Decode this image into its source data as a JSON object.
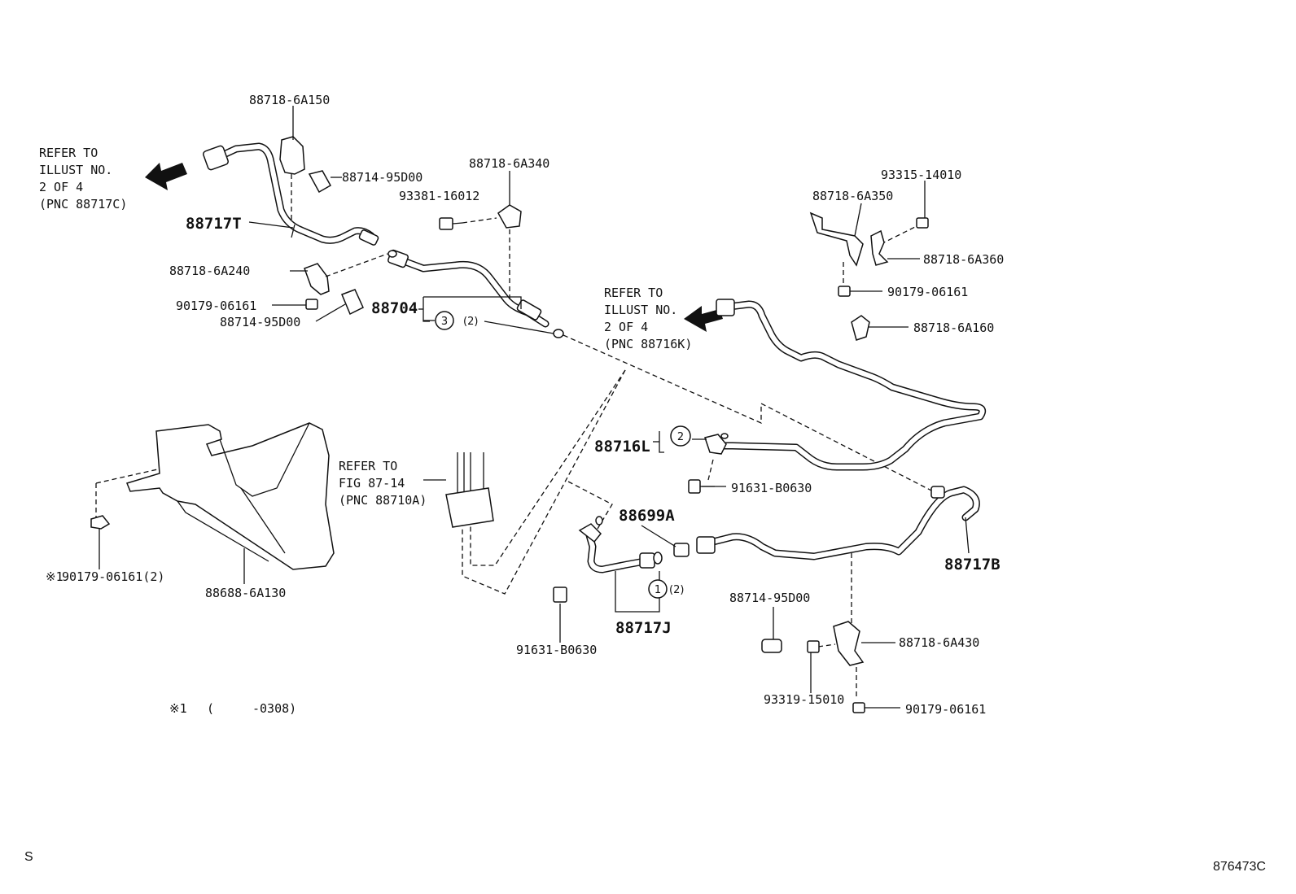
{
  "labels": {
    "p_88718_6A150": "88718-6A150",
    "p_88714_95D00_a": "88714-95D00",
    "p_88718_6A340": "88718-6A340",
    "p_93381_16012": "93381-16012",
    "p_88717T": "88717T",
    "p_88718_6A240": "88718-6A240",
    "p_90179_06161_a": "90179-06161",
    "p_88714_95D00_b": "88714-95D00",
    "p_88704": "88704",
    "p_93315_14010": "93315-14010",
    "p_88718_6A350": "88718-6A350",
    "p_88718_6A360": "88718-6A360",
    "p_90179_06161_b": "90179-06161",
    "p_88718_6A160": "88718-6A160",
    "p_88716L": "88716L",
    "p_91631_B0630_a": "91631-B0630",
    "p_88699A": "88699A",
    "p_88717B": "88717B",
    "p_88717J": "88717J",
    "p_91631_B0630_b": "91631-B0630",
    "p_88714_95D00_c": "88714-95D00",
    "p_88718_6A430": "88718-6A430",
    "p_93319_15010": "93319-15010",
    "p_90179_06161_c": "90179-06161",
    "p_88688_6A130": "88688-6A130",
    "p_90179_06161_d": "90179-06161(2)"
  },
  "callouts": {
    "c1": "1",
    "c1_qty": "(2)",
    "c2": "2",
    "c3": "3",
    "c3_qty": "(2)"
  },
  "refs": {
    "ref1": [
      "REFER TO",
      "ILLUST NO.",
      "2 OF 4",
      "(PNC 88717C)"
    ],
    "ref2": [
      "REFER TO",
      "ILLUST NO.",
      "2 OF 4",
      "(PNC 88716K)"
    ],
    "ref3": [
      "REFER TO",
      "FIG 87-14",
      "(PNC 88710A)"
    ]
  },
  "notes": {
    "mark1": "※1",
    "footnote_mark": "※1",
    "footnote_open": "(",
    "footnote_range": "-0308)"
  },
  "corner": {
    "left": "S",
    "right": "876473C"
  }
}
